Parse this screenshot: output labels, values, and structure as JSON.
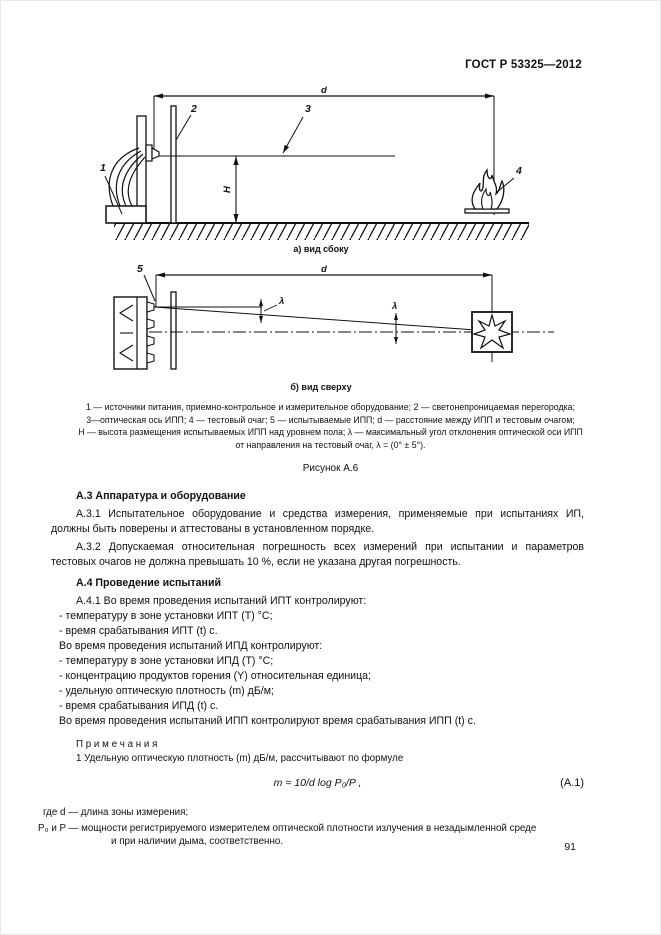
{
  "header": {
    "doc_number": "ГОСТ Р 53325—2012"
  },
  "figure": {
    "labels": {
      "d": "d",
      "n1": "1",
      "n2": "2",
      "n3": "3",
      "n4": "4",
      "n5": "5",
      "H": "H",
      "lambda": "λ"
    },
    "caption_a": "а) вид сбоку",
    "caption_b": "б) вид сверху",
    "legend": [
      "1 — источники питания, приемно-контрольное и измерительное оборудование; 2 — светонепроницаемая перегородка;",
      "3—оптическая ось ИПП; 4 — тестовый очаг; 5 — испытываемые ИПП; d — расстояние между ИПП и тестовым очагом;",
      "H — высота размещения испытываемых ИПП над уровнем пола; λ — максимальный угол отклонения оптической оси ИПП",
      "от направления на тестовый очаг, λ = (0° ± 5°)."
    ],
    "caption": "Рисунок А.6"
  },
  "section_a3": {
    "heading": "А.3 Аппаратура и оборудование",
    "p1": "А.3.1 Испытательное оборудование и средства измерения, применяемые при испытаниях ИП, должны быть поверены и аттестованы в установленном порядке.",
    "p2": "А.3.2 Допускаемая относительная погрешность всех измерений при испытании и параметров тестовых очагов не должна превышать 10 %, если не указана другая погрешность."
  },
  "section_a4": {
    "heading": "А.4 Проведение испытаний",
    "p_a41": "А.4.1 Во время проведения испытаний ИПТ контролируют:",
    "ipt_items": [
      "- температуру в зоне установки ИПТ (T) °С;",
      "- время срабатывания ИПТ (t) с."
    ],
    "ipd_intro": "Во время проведения испытаний ИПД контролируют:",
    "ipd_items": [
      "- температуру в зоне установки ИПД (T) °С;",
      "- концентрацию продуктов горения (Y) относительная единица;",
      "- удельную оптическую плотность (m) дБ/м;",
      "- время срабатывания ИПД (t) с."
    ],
    "ipp_line": "Во время проведения испытаний ИПП контролируют время срабатывания ИПП (t) с."
  },
  "notes": {
    "title": "П р и м е ч а н и я",
    "note1": "1 Удельную оптическую плотность (m) дБ/м, рассчитывают по формуле",
    "formula": "m = 10/d log P₀/P ,",
    "formula_number": "(А.1)",
    "where_line1": "где d — длина зоны измерения;",
    "where_line2": "P₀ и P — мощности регистрируемого измерителем оптической плотности излучения в незадымленной среде",
    "where_line3": "и при наличии дыма, соответственно."
  },
  "footer": {
    "page_number": "91"
  }
}
